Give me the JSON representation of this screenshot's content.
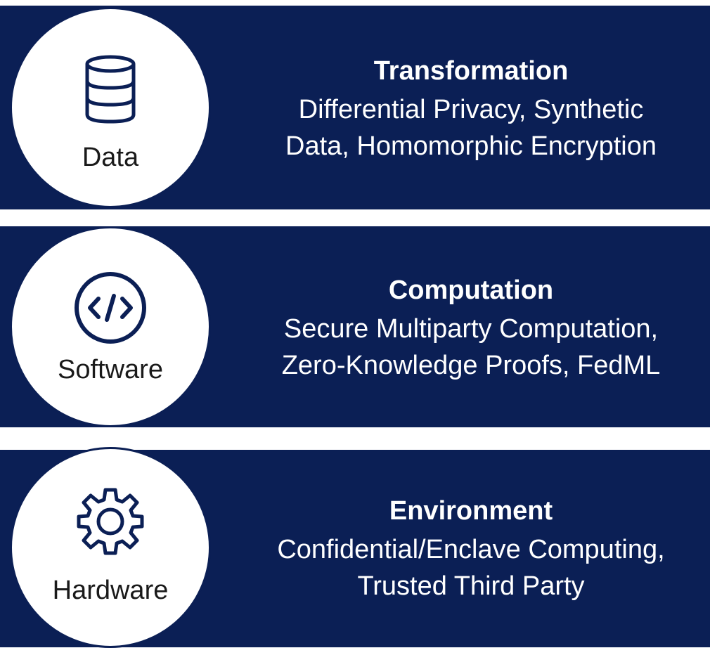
{
  "layers": [
    {
      "icon": "database-icon",
      "label": "Data",
      "title": "Transformation",
      "lines": [
        "Differential Privacy, Synthetic",
        "Data, Homomorphic Encryption"
      ]
    },
    {
      "icon": "code-icon",
      "label": "Software",
      "title": "Computation",
      "lines": [
        "Secure Multiparty Computation,",
        "Zero-Knowledge Proofs, FedML"
      ]
    },
    {
      "icon": "gear-icon",
      "label": "Hardware",
      "title": "Environment",
      "lines": [
        "Confidential/Enclave Computing,",
        "Trusted Third Party"
      ]
    }
  ],
  "colors": {
    "band": "#0b1f55",
    "circle_fill": "#ffffff",
    "icon": "#0b1f55",
    "label_text": "#1a1a1a",
    "band_text": "#ffffff"
  }
}
